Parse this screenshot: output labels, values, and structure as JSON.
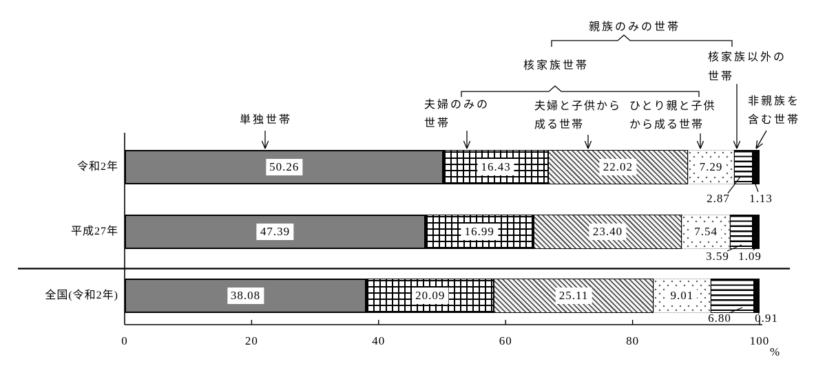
{
  "chart_data": {
    "type": "bar",
    "subtype": "horizontal-stacked-percent",
    "title": "",
    "xlabel": "%",
    "xlim": [
      0,
      100
    ],
    "x_ticks": [
      "0",
      "20",
      "40",
      "60",
      "80",
      "100"
    ],
    "grid": false,
    "legend_position": "annotations-above-chart",
    "categories": [
      "令和2年",
      "平成27年",
      "全国(令和2年)"
    ],
    "series": [
      {
        "name": "単独世帯",
        "pattern": "solid-gray",
        "values": [
          50.26,
          47.39,
          38.08
        ]
      },
      {
        "name": "夫婦のみの世帯",
        "pattern": "grid",
        "values": [
          16.43,
          16.99,
          20.09
        ]
      },
      {
        "name": "夫婦と子供から成る世帯",
        "pattern": "diagonal-hatch",
        "values": [
          22.02,
          23.4,
          25.11
        ]
      },
      {
        "name": "ひとり親と子供から成る世帯",
        "pattern": "dots",
        "values": [
          7.29,
          7.54,
          9.01
        ]
      },
      {
        "name": "核家族以外の世帯",
        "pattern": "horizontal-stripes",
        "values": [
          2.87,
          3.59,
          6.8
        ]
      },
      {
        "name": "非親族を含む世帯",
        "pattern": "solid-black",
        "values": [
          1.13,
          1.09,
          0.91
        ]
      }
    ],
    "value_display": [
      [
        "50.26",
        "16.43",
        "22.02",
        "7.29",
        "2.87",
        "1.13"
      ],
      [
        "47.39",
        "16.99",
        "23.40",
        "7.54",
        "3.59",
        "1.09"
      ],
      [
        "38.08",
        "20.09",
        "25.11",
        "9.01",
        "6.80",
        "0.91"
      ]
    ],
    "group_labels": [
      {
        "name": "核家族世帯",
        "covers": [
          "夫婦のみの世帯",
          "夫婦と子供から成る世帯",
          "ひとり親と子供から成る世帯"
        ]
      },
      {
        "name": "親族のみの世帯",
        "covers": [
          "核家族世帯",
          "核家族以外の世帯"
        ]
      }
    ]
  },
  "annotations": {
    "single": {
      "lines": [
        "単独世帯",
        ""
      ]
    },
    "couple_only": {
      "lines": [
        "夫婦のみの",
        "世帯"
      ]
    },
    "nuclear": {
      "lines": [
        "核家族世帯",
        ""
      ]
    },
    "relatives_only": {
      "lines": [
        "親族のみの世帯",
        ""
      ]
    },
    "couple_children": {
      "lines": [
        "夫婦と子供から",
        "成る世帯"
      ]
    },
    "single_parent": {
      "lines": [
        "ひとり親と子供",
        "から成る世帯"
      ]
    },
    "non_nuclear": {
      "lines": [
        "核家族以外の",
        "世帯"
      ]
    },
    "non_relative": {
      "lines": [
        "非親族を",
        "含む世帯"
      ]
    }
  },
  "colors": {
    "bar_gray": "#7f7f7f",
    "bar_black": "#050505",
    "line": "#000000",
    "background": "#ffffff"
  }
}
